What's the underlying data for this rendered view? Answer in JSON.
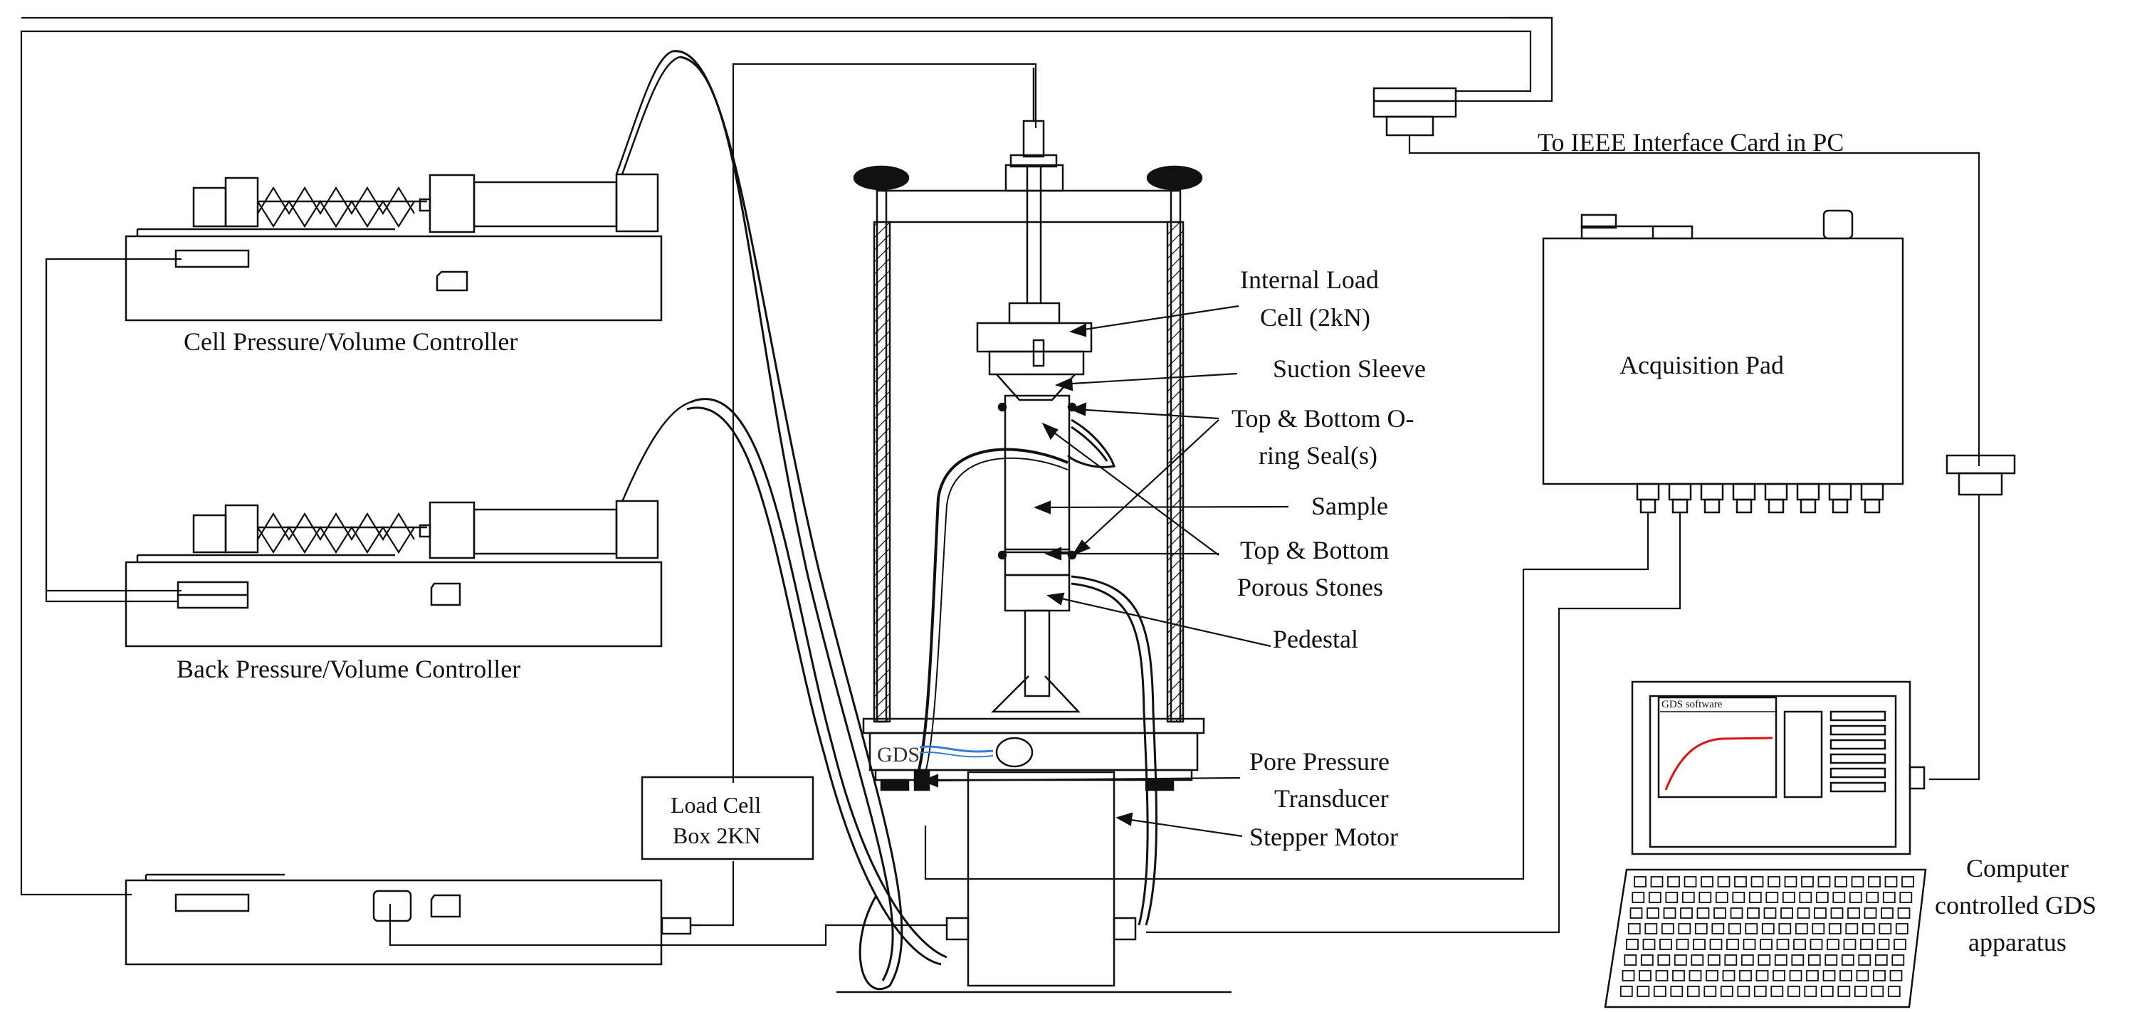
{
  "labels": {
    "cell_controller": "Cell Pressure/Volume Controller",
    "back_controller": "Back Pressure/Volume Controller",
    "load_cell_box_line1": "Load Cell",
    "load_cell_box_line2": "Box 2KN",
    "internal_load_cell_line1": "Internal Load",
    "internal_load_cell_line2": "Cell (2kN)",
    "suction_sleeve": "Suction Sleeve",
    "oring_line1": "Top & Bottom O-",
    "oring_line2": "ring Seal(s)",
    "sample": "Sample",
    "porous_line1": "Top & Bottom",
    "porous_line2": "Porous Stones",
    "pedestal": "Pedestal",
    "pore_line1": "Pore Pressure",
    "pore_line2": "Transducer",
    "stepper_motor": "Stepper Motor",
    "ieee": "To IEEE Interface Card in PC",
    "acquisition_pad": "Acquisition Pad",
    "computer_line1": "Computer",
    "computer_line2": "controlled GDS",
    "computer_line3": "apparatus",
    "gds_software": "GDS software",
    "gds_base": "GDS"
  },
  "colors": {
    "ink": "#111111",
    "curve": "#e01010",
    "gds_cable": "#3a7bd5"
  }
}
